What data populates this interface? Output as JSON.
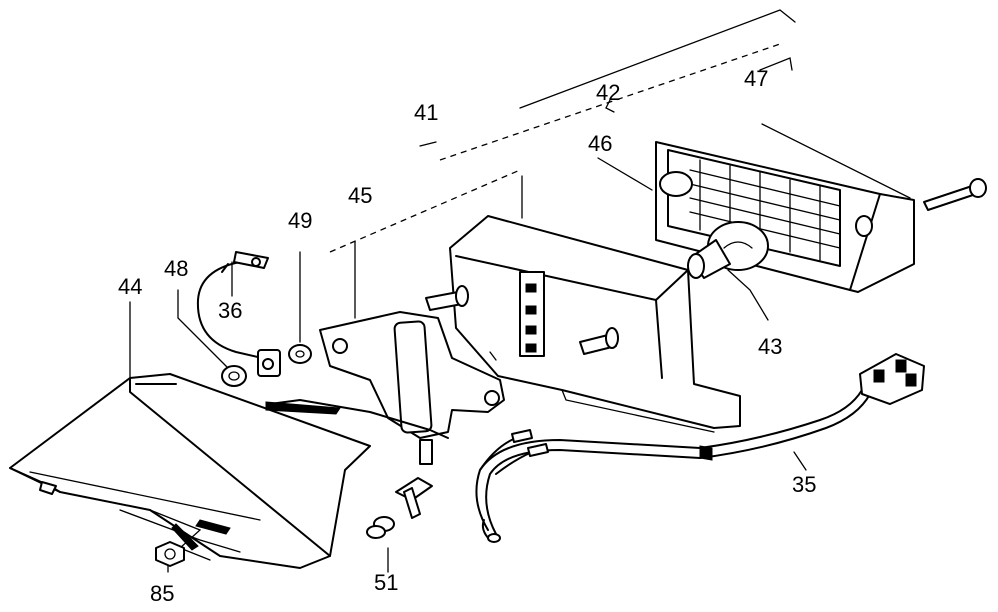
{
  "diagram": {
    "callouts": [
      {
        "id": "c41",
        "text": "41"
      },
      {
        "id": "c42",
        "text": "42"
      },
      {
        "id": "c46",
        "text": "46"
      },
      {
        "id": "c47",
        "text": "47"
      },
      {
        "id": "c45",
        "text": "45"
      },
      {
        "id": "c49",
        "text": "49"
      },
      {
        "id": "c48",
        "text": "48"
      },
      {
        "id": "c36",
        "text": "36"
      },
      {
        "id": "c44",
        "text": "44"
      },
      {
        "id": "c43",
        "text": "43"
      },
      {
        "id": "c35",
        "text": "35"
      },
      {
        "id": "c85",
        "text": "85"
      },
      {
        "id": "c51",
        "text": "51"
      }
    ]
  }
}
